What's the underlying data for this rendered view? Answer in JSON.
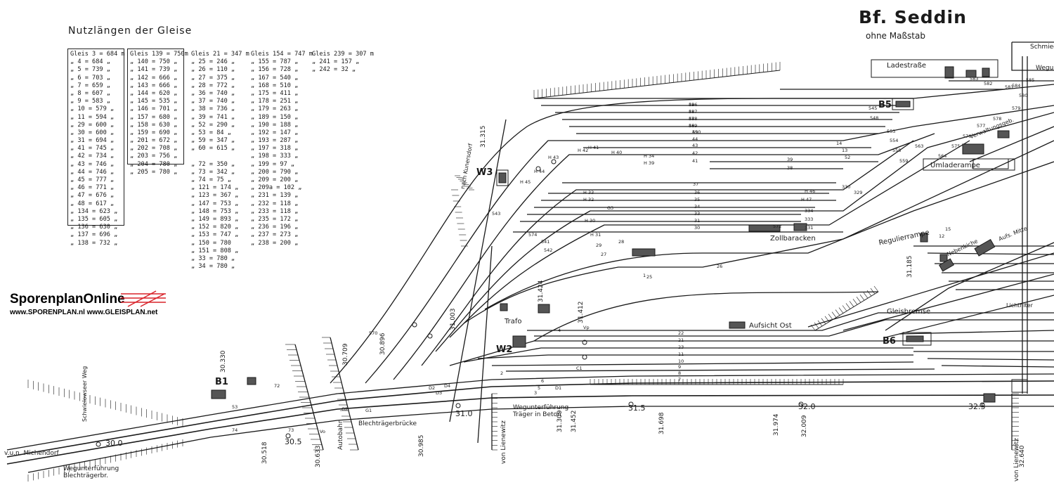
{
  "header": {
    "title": "Bf. Seddin",
    "subtitle": "ohne Maßstab"
  },
  "legend": {
    "title": "Nutzlängen der Gleise",
    "columns": [
      [
        "Gleis 3 = 684 m",
        "„ 4 = 684 „",
        "„ 5 = 739 „",
        "„ 6 = 703 „",
        "„ 7 = 659 „",
        "„ 8 = 607 „",
        "„ 9 = 583 „",
        "„ 10 = 579 „",
        "„ 11 = 594 „",
        "„ 29 = 600 „",
        "„ 30 = 600 „",
        "„ 31 = 694 „",
        "„ 41 = 745 „",
        "„ 42 = 734 „",
        "„ 43 = 746 „",
        "„ 44 = 746 „",
        "„ 45 = 777 „",
        "„ 46 = 771 „",
        "„ 47 = 676 „",
        "„ 48 = 617 „",
        "„ 134 = 623 „",
        "„ 135 = 605 „",
        "„ 136 = 630 „",
        "„ 137 = 696 „",
        "„ 138 = 732 „"
      ],
      [
        "Gleis 139 = 750m",
        "„ 140 = 750 „",
        "„ 141 = 739 „",
        "„ 142 = 666 „",
        "„ 143 = 666 „",
        "„ 144 = 620 „",
        "„ 145 = 535 „",
        "„ 146 = 701 „",
        "„ 157 = 680 „",
        "„ 158 = 630 „",
        "„ 159 = 690 „",
        "„ 201 = 672 „",
        "„ 202 = 708 „",
        "„ 203 = 756 „",
        "„ 204 = 780 „",
        "„ 205 = 780 „"
      ],
      [
        "Gleis 21 = 347 m",
        "„ 25 = 246 „",
        "„ 26 = 110 „",
        "„ 27 = 375 „",
        "„ 28 = 772 „",
        "„ 36 = 740 „",
        "„ 37 = 740 „",
        "„ 38 = 736 „",
        "„ 39 = 741 „",
        "„ 52 = 290 „",
        "„ 53 = 84 „",
        "„ 59 = 347 „",
        "„ 60 = 615 „",
        "",
        "„ 72 = 350 „",
        "„ 73 = 342 „",
        "„ 74 = 75 „",
        "„ 121 = 174 „",
        "„ 123 = 367 „",
        "„ 147 = 753 „",
        "„ 148 = 753 „",
        "„ 149 = 893 „",
        "„ 152 = 820 „",
        "„ 153 = 747 „",
        "„ 150 = 780",
        "„ 151 = 808 „",
        "„ 33 = 780 „",
        "„ 34 = 780 „"
      ],
      [
        "Gleis 154 = 747 m",
        "„ 155 = 787 „",
        "„ 156 = 728 „",
        "„ 167 = 540 „",
        "„ 168 = 510 „",
        "„ 175 = 411 „",
        "„ 178 = 251 „",
        "„ 179 = 263 „",
        "„ 189 = 150 „",
        "„ 190 = 188 „",
        "„ 192 = 147 „",
        "„ 193 = 287 „",
        "„ 197 = 318 „",
        "„ 198 = 333 „",
        "„ 199 = 97 „",
        "„ 200 = 790 „",
        "„ 209 = 200 „",
        "„ 209a = 102 „",
        "„ 231 = 139 „",
        "„ 232 = 118 „",
        "„ 233 = 118 „",
        "„ 235 = 172 „",
        "„ 236 = 196 „",
        "„ 237 = 273 „",
        "„ 238 = 200 „"
      ],
      [
        "Gleis 239 = 307 m",
        "„ 241 = 157 „",
        "„ 242 = 32 „"
      ]
    ]
  },
  "logo": {
    "name": "SporenplanOnline",
    "urls": "www.SPORENPLAN.nl  www.GLEISPLAN.net"
  },
  "labels": {
    "stellwerke": [
      "W3",
      "W2",
      "B5",
      "B6",
      "B1"
    ],
    "places": [
      "Ladestraße",
      "Umladerampe",
      "Verwaltungsgeb.",
      "Zollbaracken",
      "Regulierrampe",
      "Nebenkiche",
      "Gleisbremse",
      "Aufsicht Ost",
      "Trafo",
      "Lichtfilter",
      "Aufs. Mitte",
      "Schmied"
    ],
    "bridges": [
      "Wegunterführung Blechträgerbr.",
      "Wegunterführung Träger in Beton",
      "Blechträgerbrücke",
      "Autobahn",
      "v.u.n. Michendorf",
      "von Lienewitz",
      "nach Kunersdorf",
      "Schwielowseer Weg",
      "Wegu Träger"
    ],
    "km": [
      "30.0",
      "30.5",
      "31.0",
      "31.5",
      "32.0",
      "32.5"
    ],
    "chainage": [
      "30.330",
      "30.709",
      "30.896",
      "31.003",
      "31.315",
      "31.424",
      "31.412",
      "31.185",
      "30.518",
      "30.633",
      "30.985",
      "31.309",
      "31.452",
      "31.698",
      "31.974",
      "32.009",
      "32.640"
    ],
    "tracks": [
      "49",
      "48",
      "47",
      "46",
      "45",
      "44",
      "43",
      "42",
      "41",
      "39",
      "38",
      "37",
      "36",
      "35",
      "34",
      "33",
      "31",
      "30",
      "29",
      "28",
      "27",
      "26",
      "25",
      "22",
      "21",
      "23",
      "11",
      "10",
      "9",
      "8",
      "7",
      "6",
      "5",
      "4",
      "3",
      "2",
      "1",
      "12",
      "15",
      "14",
      "13",
      "52",
      "53",
      "72",
      "73",
      "74",
      "Vo",
      "Vp",
      "C1",
      "D1",
      "D2",
      "D3",
      "D4",
      "G1",
      "G2",
      "G3",
      "H 30",
      "H 31",
      "H 32",
      "H 33",
      "H 34",
      "H 39",
      "H 40",
      "H 41",
      "H 42",
      "H 43",
      "H 44",
      "H 45",
      "H 46",
      "H 47",
      "334",
      "333",
      "331",
      "330",
      "329",
      "572",
      "570",
      "574",
      "541",
      "542",
      "543",
      "545",
      "548",
      "553",
      "554",
      "558",
      "559",
      "563",
      "564",
      "575",
      "576",
      "577",
      "578",
      "579",
      "580",
      "581",
      "582",
      "583",
      "584",
      "585",
      "586",
      "587",
      "588",
      "589",
      "590"
    ]
  },
  "colors": {
    "ink": "#1a1a1a",
    "logo_red": "#d8232a",
    "paper": "#ffffff"
  }
}
